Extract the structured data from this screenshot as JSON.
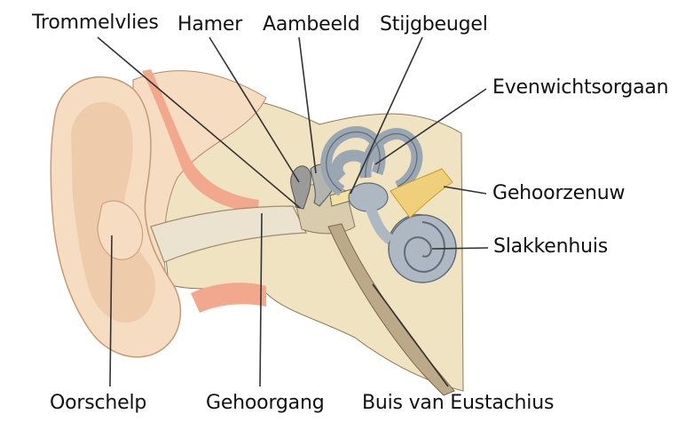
{
  "labels": {
    "trommelvlies": "Trommelvlies",
    "hamer": "Hamer",
    "aambeeld": "Aambeeld",
    "stijgbeugel": "Stijgbeugel",
    "evenwichtsorgaan": "Evenwichtsorgaan",
    "gehoorzenuw": "Gehoorzenuw",
    "slakkenhuis": "Slakkenhuis",
    "oorschelp": "Oorschelp",
    "gehoorgang": "Gehoorgang",
    "buis_van_eustachius": "Buis van Eustachius"
  },
  "colors": {
    "skin": "#f6dcc1",
    "skin_dark": "#e9c6a3",
    "skull": "#efe3c2",
    "cartilage": "#f2a88c",
    "bone": "#f6ecd3",
    "ossicle": "#9a9a98",
    "cochlea": "#aeb8c2",
    "cochlea_dark": "#7c8894",
    "nerve": "#f0cf7a",
    "canal": "#ebe2cf",
    "line": "#333333"
  },
  "icons": [
    "ear-cross-section-icon"
  ]
}
